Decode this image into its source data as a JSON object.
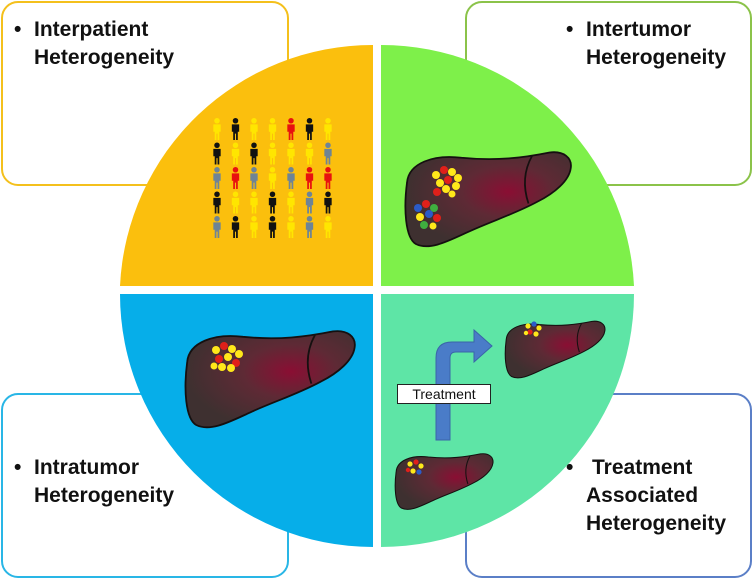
{
  "quadrants": {
    "top_left": {
      "title_line1": "Interpatient",
      "title_line2": "Heterogeneity",
      "color": "#FBBF0D",
      "border_color": "#F4C01C"
    },
    "top_right": {
      "title_line1": "Intertumor",
      "title_line2": "Heterogeneity",
      "color": "#7EF04A",
      "border_color": "#8BC34A"
    },
    "bottom_left": {
      "title_line1": "Intratumor",
      "title_line2": "Heterogeneity",
      "color": "#06AEE9",
      "border_color": "#29B6E6"
    },
    "bottom_right": {
      "title_line1": "Treatment",
      "title_line2": "Associated",
      "title_line3": "Heterogeneity",
      "color": "#5EE5A6",
      "border_color": "#5B7FC7"
    }
  },
  "treatment_label": "Treatment",
  "people_grid": {
    "rows": [
      [
        "yellow",
        "black",
        "yellow",
        "yellow",
        "red",
        "black",
        "yellow"
      ],
      [
        "black",
        "yellow",
        "black",
        "yellow",
        "yellow",
        "yellow",
        "gray"
      ],
      [
        "gray",
        "red",
        "gray",
        "yellow",
        "gray",
        "red",
        "red"
      ],
      [
        "black",
        "yellow",
        "yellow",
        "black",
        "yellow",
        "gray",
        "black"
      ],
      [
        "gray",
        "black",
        "yellow",
        "black",
        "yellow",
        "gray",
        "yellow"
      ]
    ],
    "palette": {
      "yellow": "#FFE600",
      "black": "#111111",
      "red": "#E8110F",
      "gray": "#6E8496"
    }
  },
  "colors": {
    "liver": "#4A2C2C",
    "liver_core": "#7A1230",
    "arrow": "#4A7CC8",
    "cell_yellow": "#FFE81A",
    "cell_red": "#E0201A",
    "cell_blue": "#2B5BC8",
    "cell_green": "#3FAF3F"
  }
}
